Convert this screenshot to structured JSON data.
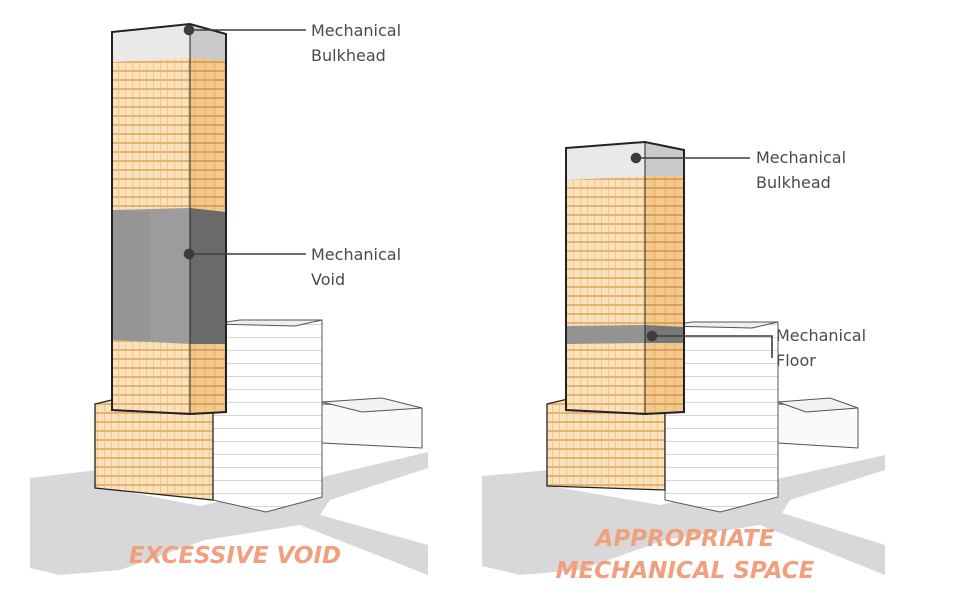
{
  "left_diagram": {
    "callouts": {
      "bulkhead": {
        "line1": "Mechanical",
        "line2": "Bulkhead"
      },
      "void": {
        "line1": "Mechanical",
        "line2": "Void"
      }
    },
    "caption": {
      "line1": "EXCESSIVE VOID"
    }
  },
  "right_diagram": {
    "callouts": {
      "bulkhead": {
        "line1": "Mechanical",
        "line2": "Bulkhead"
      },
      "floor": {
        "line1": "Mechanical",
        "line2": "Floor"
      }
    },
    "caption": {
      "line1": "APPROPRIATE",
      "line2": "MECHANICAL SPACE"
    }
  },
  "colors": {
    "facade_front": "#fbe2bb",
    "facade_side": "#f4c98a",
    "mullion": "#e2ad6c",
    "void_front": "#9c9c9c",
    "void_side": "#6a6a6a",
    "bulkhead_front": "#e9e9e9",
    "bulkhead_side": "#cacaca",
    "mech_floor": "#939393",
    "neighbor": "#ffffff",
    "street": "#d8d8d8",
    "caption": "#f0a07e",
    "callout_text": "#4a4a4a",
    "leader": "#3c3c3c"
  }
}
